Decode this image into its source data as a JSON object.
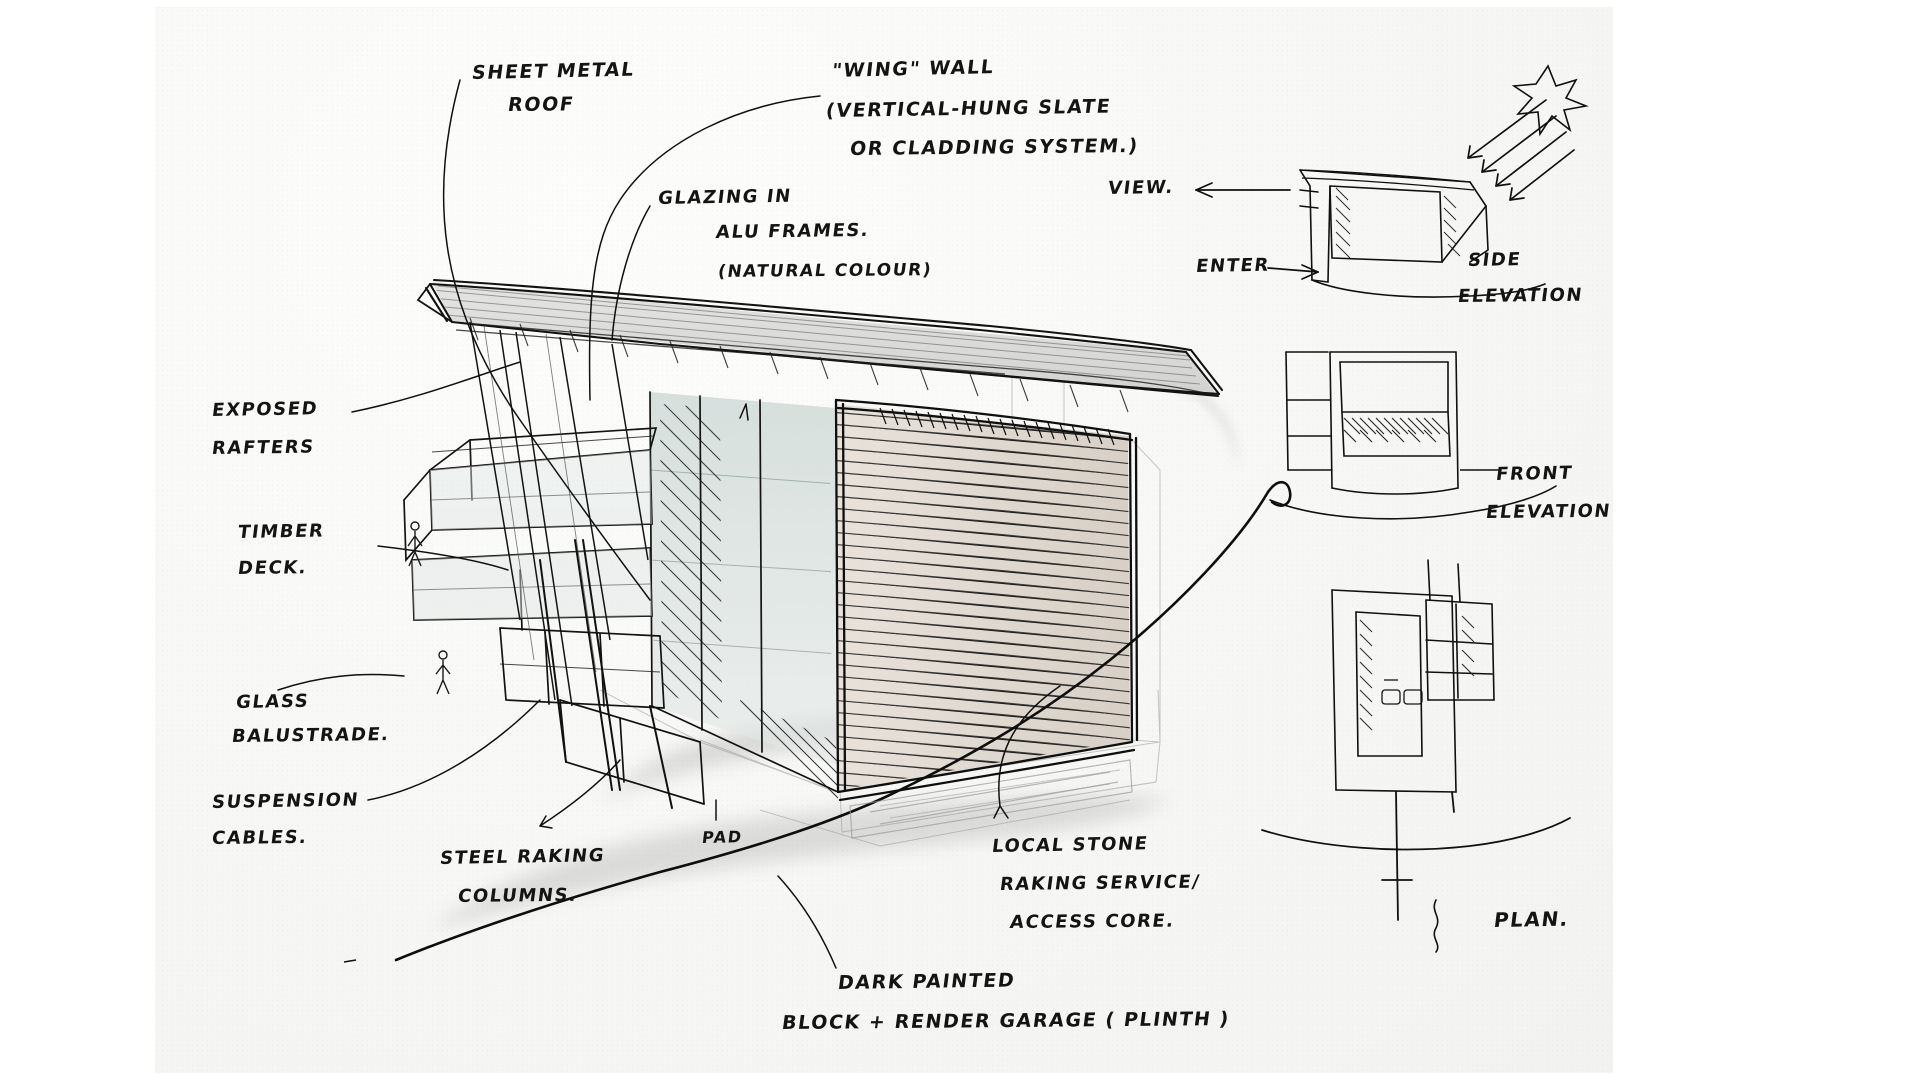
{
  "document": {
    "type": "architectural-concept-sketch",
    "medium": "ink pen on paper",
    "title": "Cantilevered house concept sketch"
  },
  "annotations": {
    "sheet_metal_roof": {
      "line1": "SHEET METAL",
      "line2": "ROOF"
    },
    "wing_wall": {
      "line1": "\"WING\" WALL",
      "line2": "(VERTICAL-HUNG SLATE",
      "line3": "OR CLADDING SYSTEM.)"
    },
    "glazing": {
      "line1": "GLAZING IN",
      "line2": "ALU FRAMES.",
      "line3": "(NATURAL COLOUR)"
    },
    "exposed_rafters": {
      "line1": "EXPOSED",
      "line2": "RAFTERS"
    },
    "timber_deck": {
      "line1": "TIMBER",
      "line2": "DECK."
    },
    "glass_balustrade": {
      "line1": "GLASS",
      "line2": "BALUSTRADE."
    },
    "suspension_cables": {
      "line1": "SUSPENSION",
      "line2": "CABLES."
    },
    "steel_raking_columns": {
      "line1": "STEEL RAKING",
      "line2": "COLUMNS."
    },
    "pad": {
      "line1": "PAD"
    },
    "local_stone": {
      "line1": "LOCAL STONE",
      "line2": "RAKING SERVICE/",
      "line3": "ACCESS CORE."
    },
    "dark_painted_block": {
      "line1": "DARK PAINTED",
      "line2": "BLOCK + RENDER GARAGE ( PLINTH )"
    },
    "view": {
      "label": "VIEW."
    },
    "enter": {
      "label": "ENTER"
    },
    "side_elevation": {
      "line1": "SIDE",
      "line2": "ELEVATION"
    },
    "front_elevation": {
      "line1": "FRONT",
      "line2": "ELEVATION"
    },
    "plan": {
      "label": "PLAN."
    }
  },
  "drawings": {
    "main": "perspective of cantilevered house",
    "thumb_top": "side elevation study with sun rays",
    "thumb_mid": "front elevation study",
    "thumb_bottom": "plan study"
  },
  "colors": {
    "ink": "#141414",
    "paper": "#f7f7f5",
    "glass_tint": "#c9d4d2",
    "roof_tint": "#d9d9d7",
    "shadow": "#b9b9b9"
  }
}
